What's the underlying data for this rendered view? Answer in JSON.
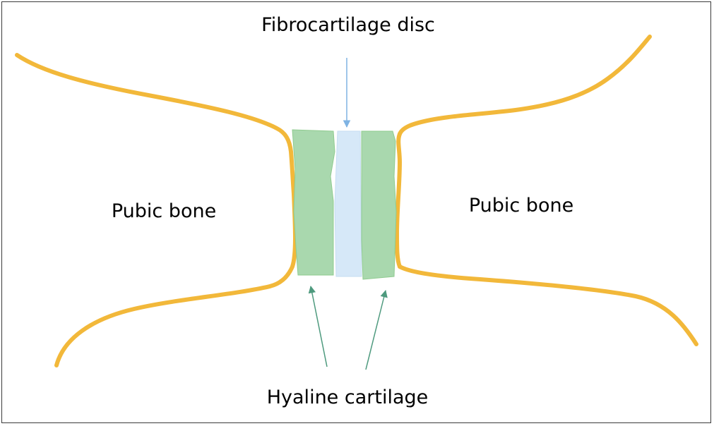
{
  "labels": {
    "fibrocartilage_disc": "Fibrocartilage disc",
    "pubic_bone_left": "Pubic bone",
    "pubic_bone_right": "Pubic bone",
    "hyaline_cartilage": "Hyaline cartilage"
  },
  "colors": {
    "bone_outline": "#F2B83A",
    "hyaline_cartilage": "#A9D8AE",
    "hyaline_cartilage_edge": "#8FCB8F",
    "fibrocartilage_disc": "#D6E8F8",
    "fibrocartilage_arrow": "#7FB3E3",
    "hyaline_arrow": "#4E9A7E",
    "frame": "#3A3A3A"
  }
}
